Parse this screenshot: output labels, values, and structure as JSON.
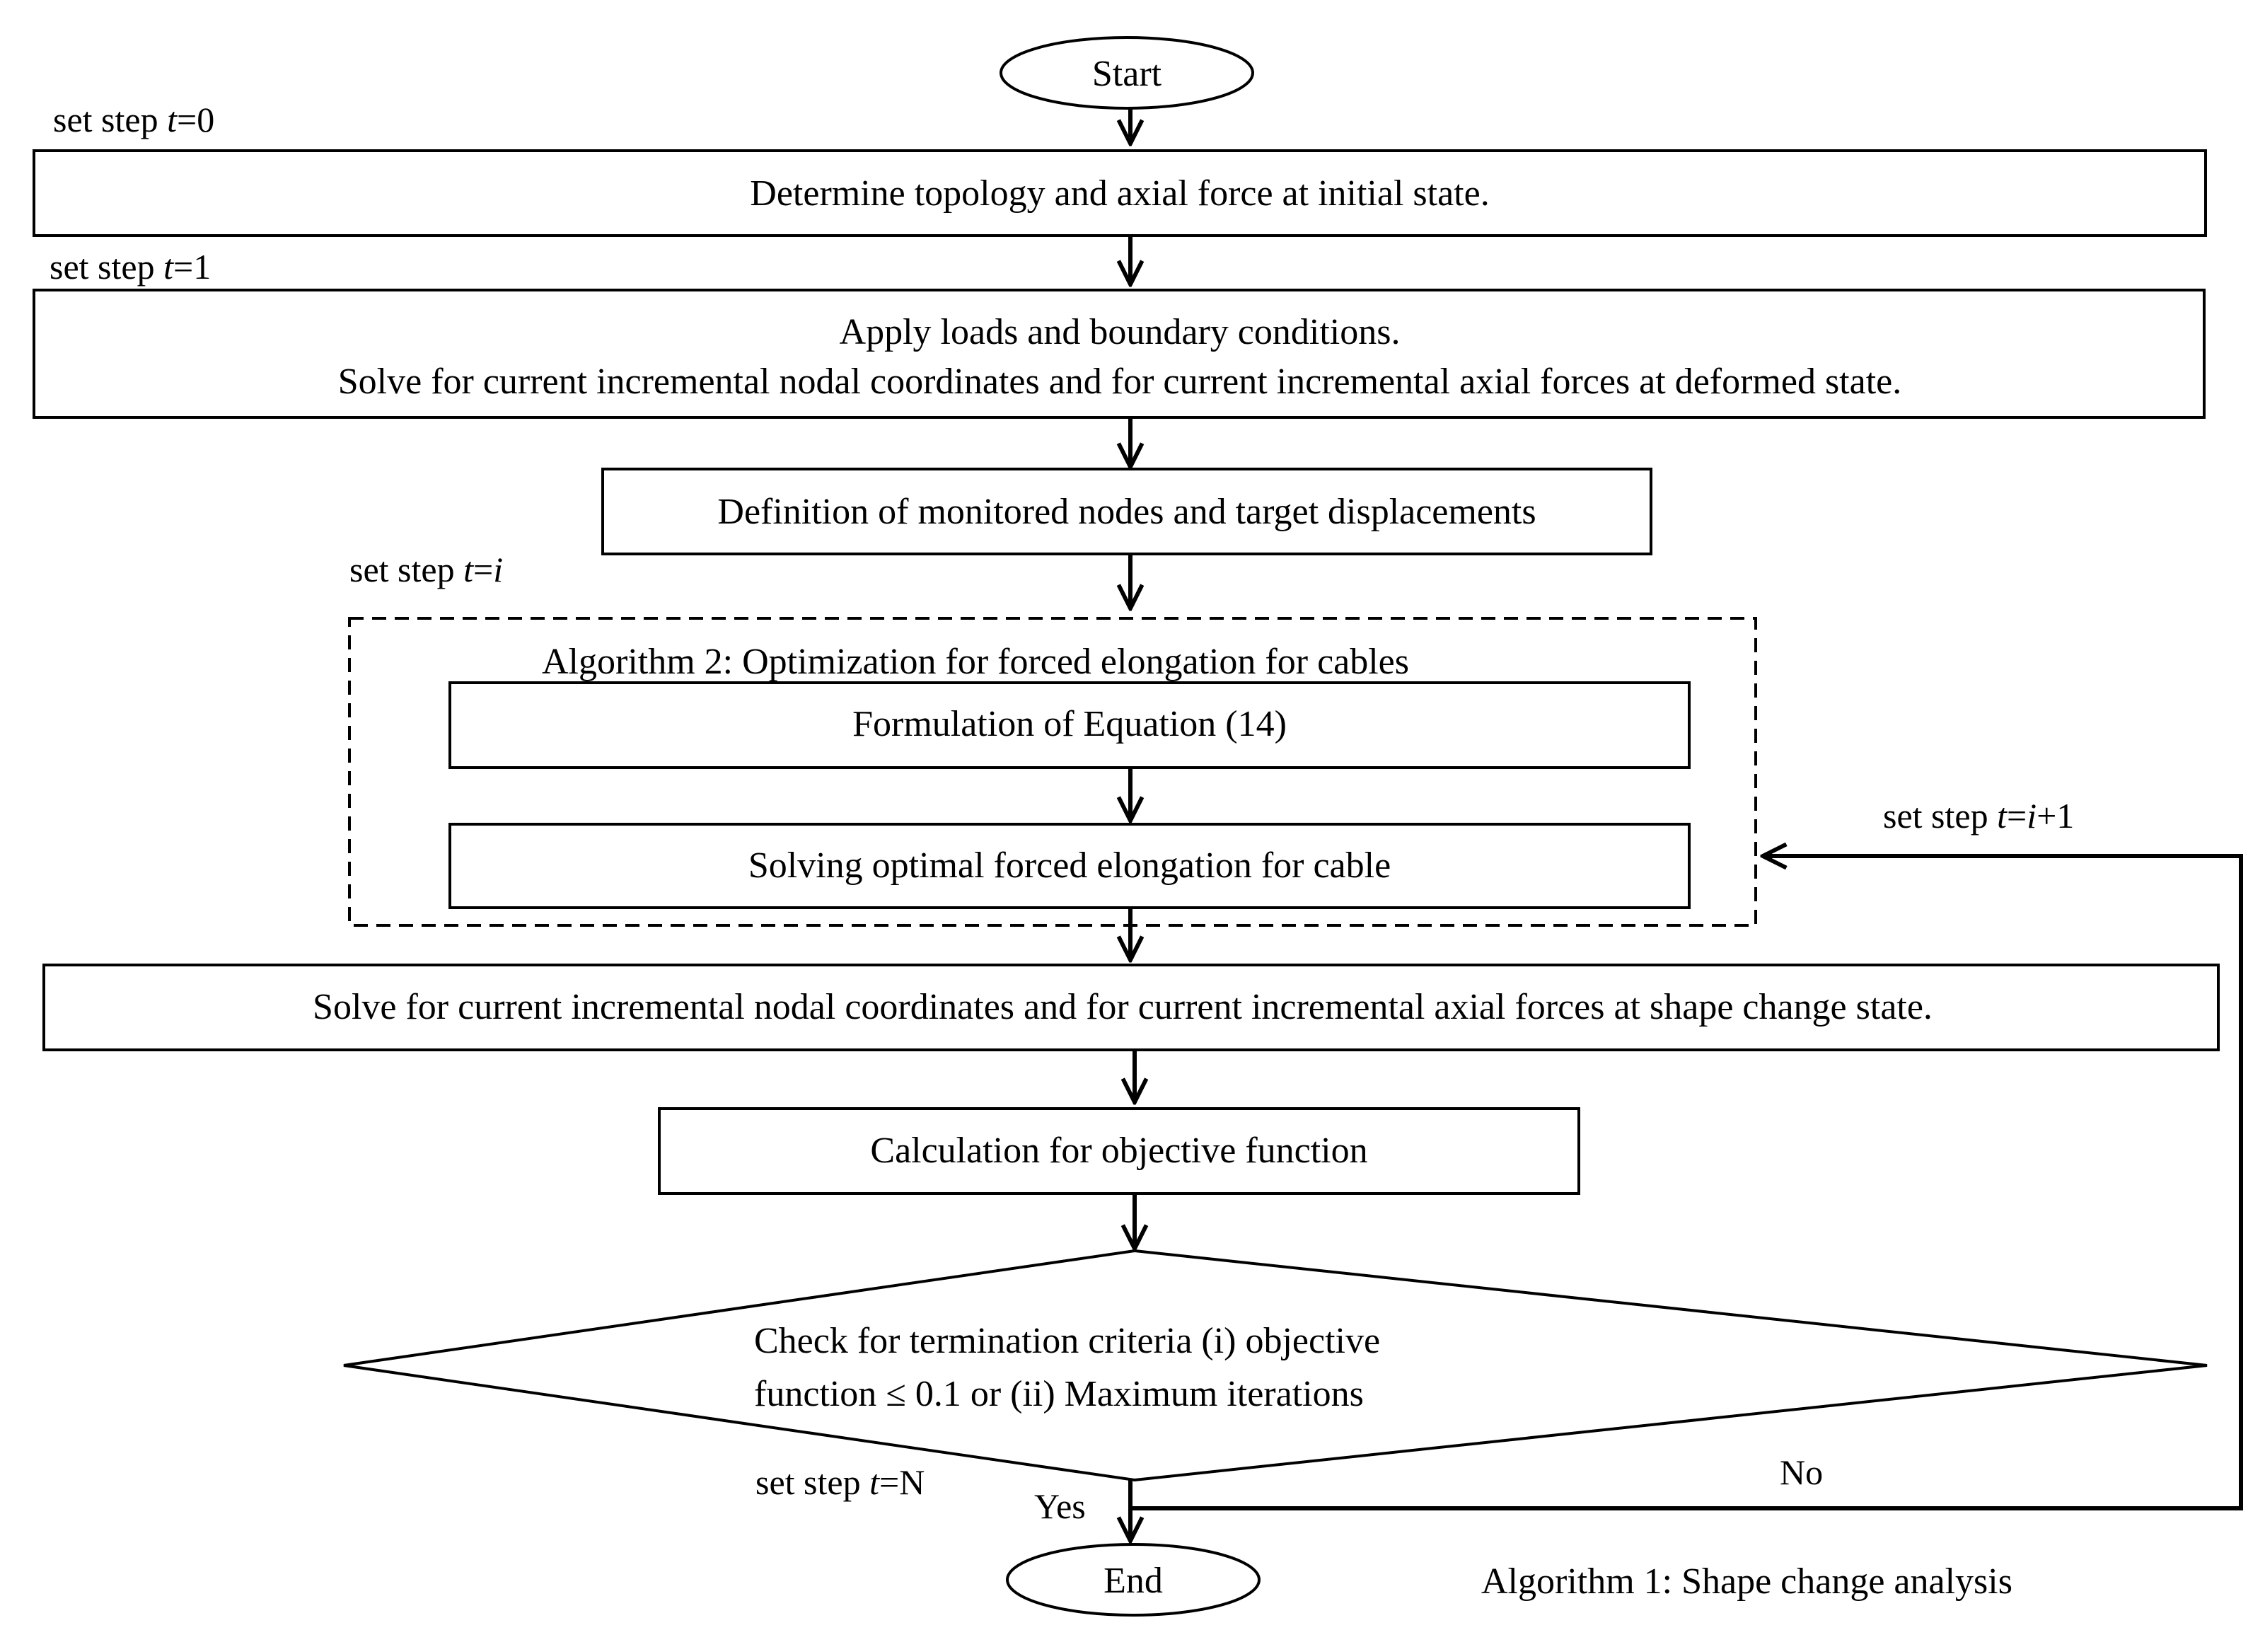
{
  "nodes": {
    "start": "Start",
    "determine": "Determine topology and axial force at initial state.",
    "apply_line1": "Apply loads and boundary conditions.",
    "apply_line2": "Solve for current incremental nodal coordinates and for current incremental axial forces at deformed state.",
    "definition": "Definition of monitored nodes and target displacements",
    "algorithm2_title": "Algorithm 2:  Optimization for forced elongation for cables",
    "formulation": "Formulation of Equation (14)",
    "solving": "Solving optimal forced elongation for cable",
    "solve_shape": "Solve for current incremental nodal coordinates and for current incremental axial forces at shape change state.",
    "calculation": "Calculation for objective function",
    "check_line1": "Check for termination criteria (i) objective",
    "check_line2": "function ≤ 0.1 or (ii) Maximum iterations",
    "end": "End"
  },
  "step_labels": {
    "t0": {
      "prefix": "set step ",
      "var": "t",
      "suffix": "=0"
    },
    "t1": {
      "prefix": "set step ",
      "var": "t",
      "suffix": "=1"
    },
    "ti": {
      "prefix": "set step ",
      "var": "t",
      "eq": "=",
      "var2": "i"
    },
    "ti1": {
      "prefix": "set step ",
      "var": "t",
      "eq": "=",
      "var2": "i",
      "suffix": "+1"
    },
    "tN": {
      "prefix": "set step ",
      "var": "t",
      "suffix": "=N"
    }
  },
  "branch_labels": {
    "yes": "Yes",
    "no": "No"
  },
  "caption": "Algorithm 1:  Shape change analysis"
}
